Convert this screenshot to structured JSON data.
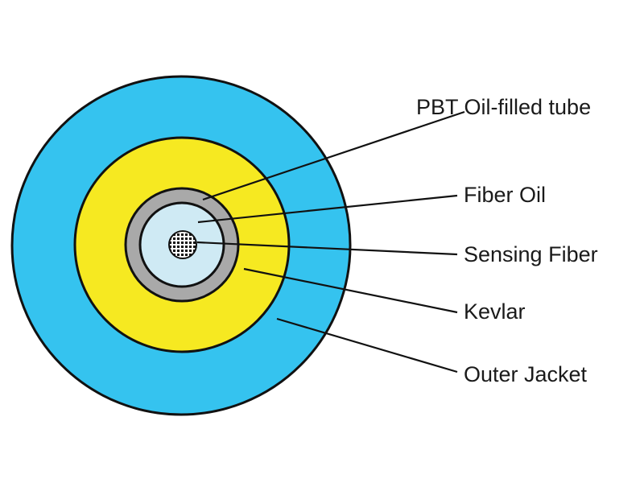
{
  "diagram": {
    "labels": {
      "pbt_tube": "PBT Oil-filled tube",
      "fiber_oil": "Fiber Oil",
      "sensing_fiber": "Sensing Fiber",
      "kevlar": "Kevlar",
      "outer_jacket": "Outer Jacket"
    },
    "colors": {
      "outer_jacket": "#35c3ef",
      "kevlar": "#f6e921",
      "pbt_tube": "#a9a9a9",
      "fiber_oil": "#cfeaf4",
      "sensing_fiber": "#111111",
      "outline": "#111111"
    }
  }
}
